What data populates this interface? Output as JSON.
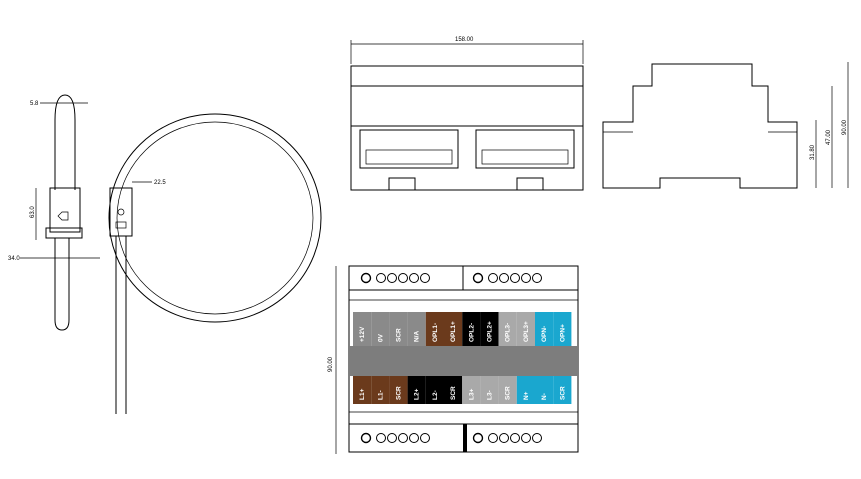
{
  "dimensions": {
    "front_width": "158.00",
    "side_height_total": "90.00",
    "side_height_mid": "47.00",
    "side_height_low": "31.80",
    "top_height": "90.00",
    "coil_width_a": "5.8",
    "coil_width_b": "22.5",
    "coil_head_height": "63.0",
    "coil_base_width": "34.0"
  },
  "top_terminal_labels": [
    "+12V",
    "0V",
    "SCR",
    "N/A",
    "OPL1-",
    "OPL1+",
    "OPL2-",
    "OPL2+",
    "OPL3-",
    "OPL3+",
    "OPN-",
    "OPN+"
  ],
  "bottom_terminal_labels": [
    "L1+",
    "L1-",
    "SCR",
    "L2+",
    "L2-",
    "SCR",
    "L3+",
    "L3-",
    "SCR",
    "N+",
    "N-",
    "SCR"
  ],
  "colors": {
    "brown": "#6b3a1c",
    "black": "#000000",
    "gray": "#a9a9a9",
    "cyan": "#1aa7cf",
    "dark_band": "#7d7d7d"
  }
}
